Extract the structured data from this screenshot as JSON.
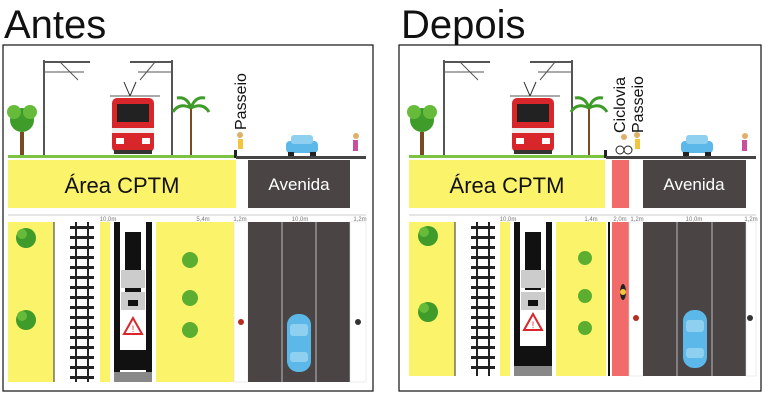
{
  "panels": [
    {
      "heading": "Antes",
      "zone_label": "Área CPTM",
      "road_label": "Avenida",
      "vertical_labels": [
        "Passeio"
      ],
      "dims": [
        "10,0m",
        "5,4m",
        "1,2m",
        "10,0m",
        "1,2m"
      ]
    },
    {
      "heading": "Depois",
      "zone_label": "Área CPTM",
      "road_label": "Avenida",
      "vertical_labels": [
        "Ciclovia",
        "Passeio"
      ],
      "dims": [
        "10,0m",
        "1,4m",
        "2,0m",
        "1,2m",
        "10,0m",
        "1,2m"
      ]
    }
  ],
  "colors": {
    "cptm_area": "#fbf36a",
    "road": "#4a4444",
    "bike_lane": "#f26b6b",
    "grass": "#7cc243",
    "train": "#d9262a",
    "car": "#5bb8e8",
    "tree": "#3f9b2a"
  },
  "icons": [
    "catenary-pole-icon",
    "train-icon",
    "tree-icon",
    "palm-icon",
    "car-icon",
    "pedestrian-icon",
    "cyclist-icon",
    "rail-track-icon",
    "warning-sign-icon"
  ]
}
